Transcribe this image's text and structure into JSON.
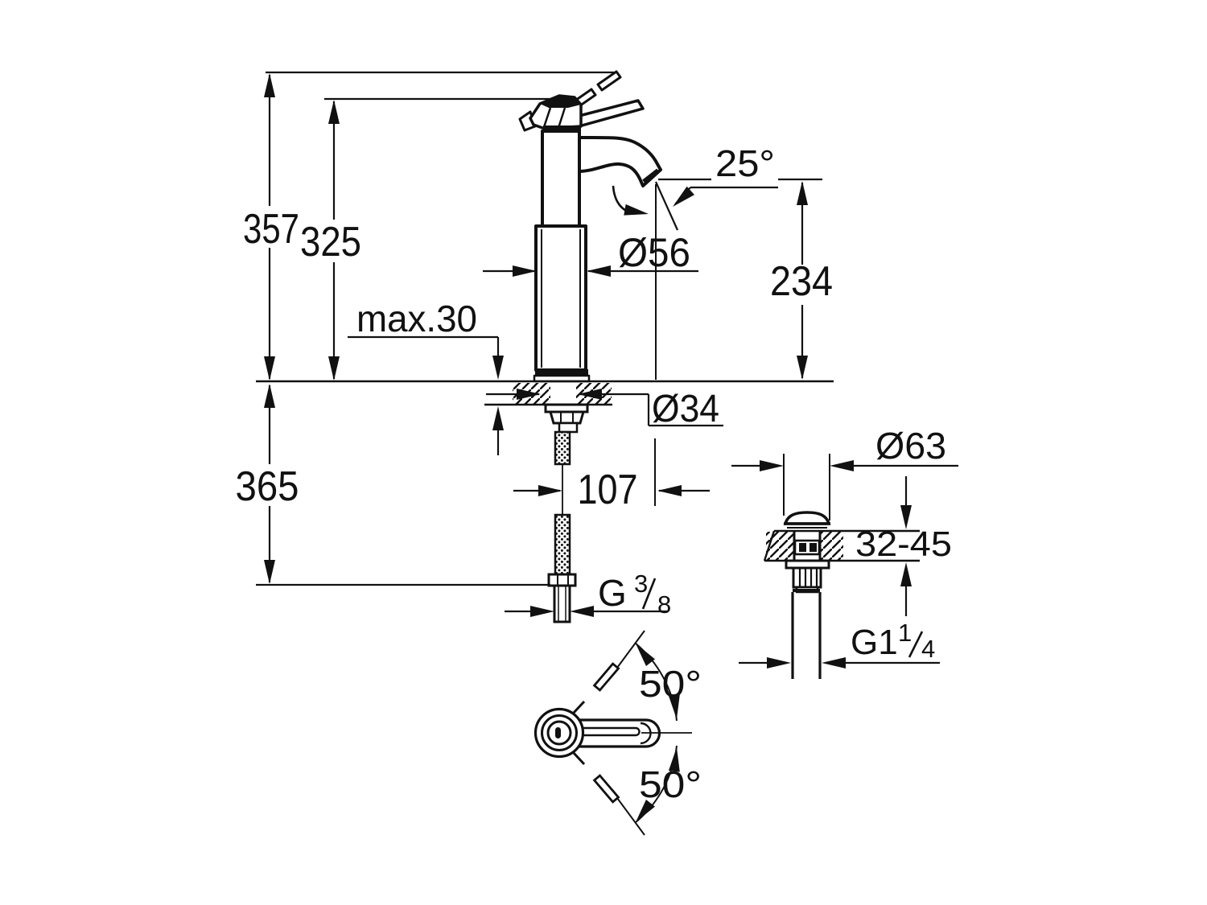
{
  "diagram": {
    "kind": "technical-drawing",
    "subject": "single-lever basin mixer, high body, with pop-up waste",
    "units": "mm",
    "line_color": "#111111",
    "background_color": "#ffffff",
    "front": {
      "overall_height": "357",
      "height_to_lever": "325",
      "below_deck_length": "365",
      "max_deck_thickness": "max.30",
      "body_diameter": "Ø56",
      "spout_angle": "25°",
      "outlet_height": "234",
      "hole_diameter": "Ø34",
      "spout_reach": "107",
      "supply_thread_prefix": "G",
      "supply_thread_numerator": "3",
      "supply_thread_denominator": "8"
    },
    "waste": {
      "flange_diameter": "Ø63",
      "basin_thickness_range": "32-45",
      "thread_prefix": "G1",
      "thread_numerator": "1",
      "thread_denominator": "4"
    },
    "top_view": {
      "lever_swing_upper": "50°",
      "lever_swing_lower": "50°"
    }
  }
}
